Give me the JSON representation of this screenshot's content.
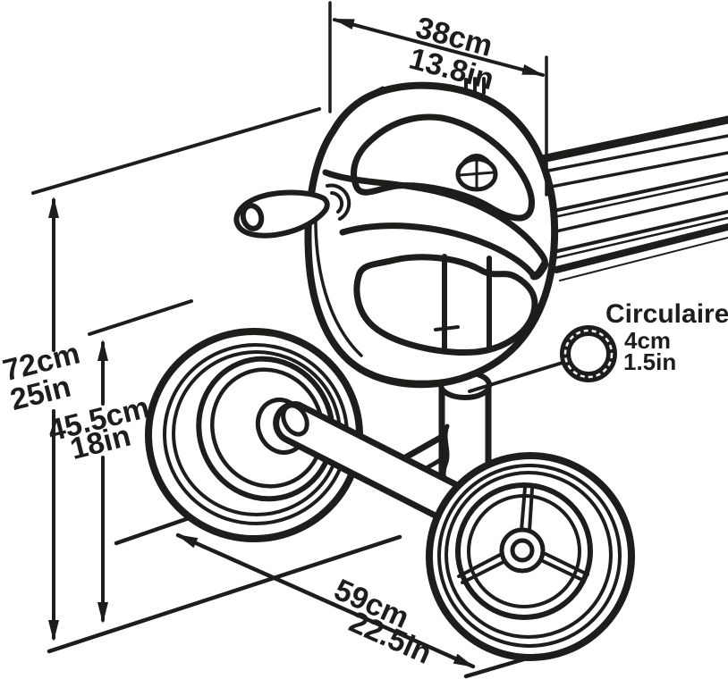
{
  "colors": {
    "ink": "#1d1d1b",
    "background": "#ffffff"
  },
  "dimensions": {
    "reel_width": {
      "cm": "38cm",
      "inches": "13.8in"
    },
    "overall_height": {
      "cm": "72cm",
      "inches": "25in"
    },
    "axle_height": {
      "cm": "45.5cm",
      "inches": "18in"
    },
    "base_length": {
      "cm": "59cm",
      "inches": "22.5in"
    }
  },
  "callout": {
    "label": "Circulaire",
    "diameter_cm": "4cm",
    "diameter_inches": "1.5in"
  }
}
